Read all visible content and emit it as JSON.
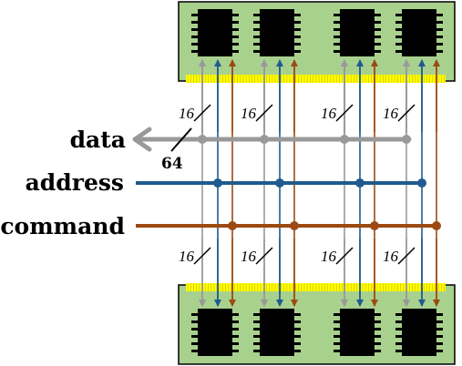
{
  "bus_labels": {
    "data": "data",
    "address": "address",
    "command": "command"
  },
  "width_labels": {
    "lane": "16",
    "data_bus": "64"
  },
  "colors": {
    "board_fill": "#a9d18e",
    "board_stroke": "#000000",
    "connector": "#ffff00",
    "data_bus": "#999999",
    "address_bus": "#1f5b8f",
    "command_bus": "#9c4a12",
    "chip": "#000000"
  },
  "icons": {
    "chip": "memory-chip-icon",
    "bus_tap": "junction-dot-icon",
    "bus_width_mark": "slash-icon"
  },
  "modules": [
    {
      "name": "top-module",
      "chips": 4
    },
    {
      "name": "bottom-module",
      "chips": 4
    }
  ]
}
